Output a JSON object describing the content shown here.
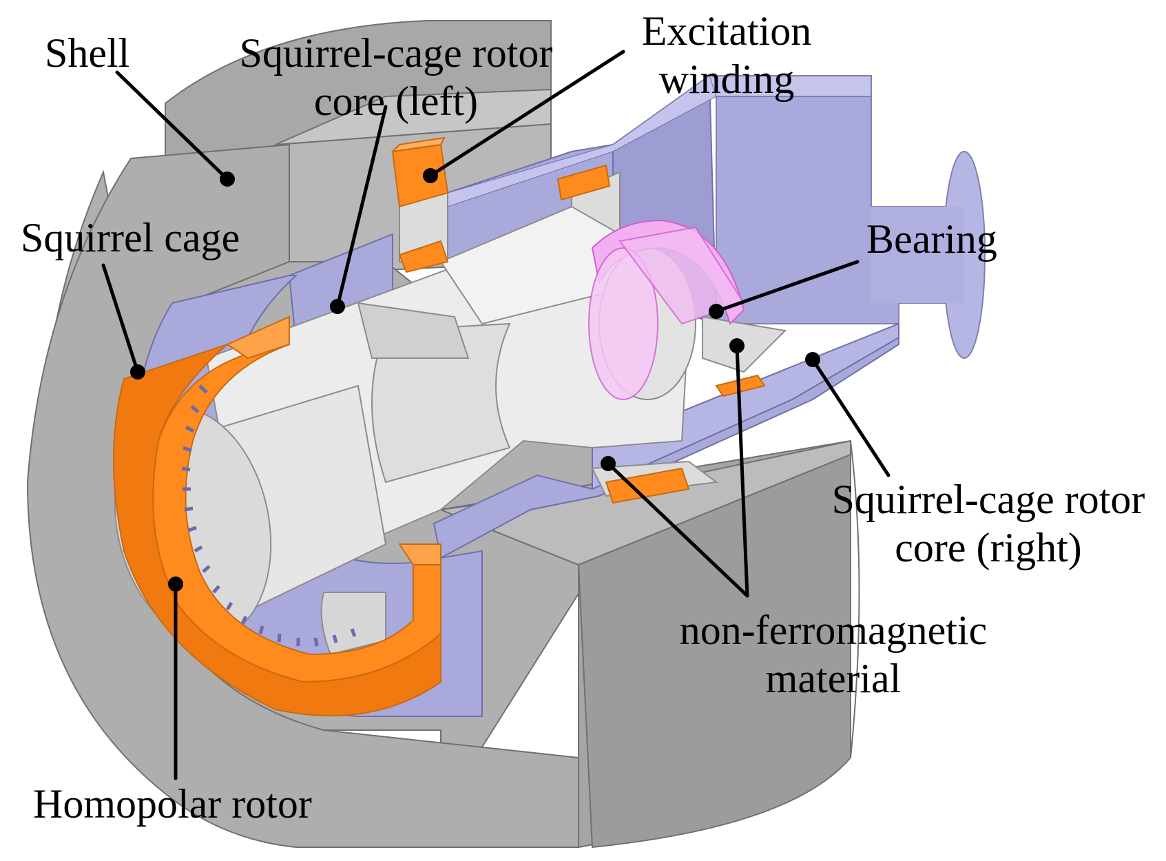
{
  "labels": {
    "shell": "Shell",
    "sq_core_left": [
      "Squirrel-cage rotor",
      "core (left)"
    ],
    "excitation": [
      "Excitation",
      "winding"
    ],
    "squirrel_cage": "Squirrel cage",
    "bearing": "Bearing",
    "sq_core_right": [
      "Squirrel-cage rotor",
      "core (right)"
    ],
    "non_ferro": [
      "non-ferromagnetic",
      "material"
    ],
    "homopolar_rotor": "Homopolar rotor"
  },
  "colors": {
    "shell": "#b4b4b4",
    "shell_dark": "#a0a0a0",
    "core": "#a9a9dc",
    "core_light": "#c4c4ec",
    "winding": "#ff8a1e",
    "winding_dark": "#e0700c",
    "rotor": "#e8e8e8",
    "rotor_shade": "#d2d2d2",
    "bearing": "#f0b0f0",
    "nonferro": "#dcdcdc",
    "leader": "#000000"
  }
}
